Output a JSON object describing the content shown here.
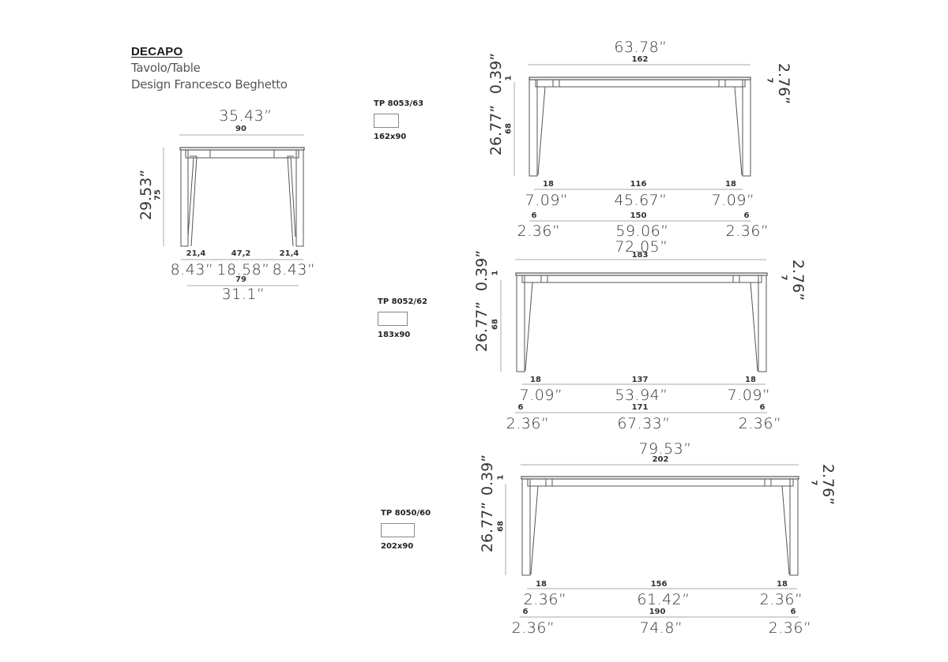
{
  "header": {
    "title": "DECAPO",
    "subtitle": "Tavolo/Table",
    "designer": "Design Francesco Beghetto"
  },
  "side_view": {
    "width_in": "35.43”",
    "width_cm": "90",
    "height_in": "29.53”",
    "height_cm": "75",
    "segments_cm": [
      "21,4",
      "47,2",
      "21,4"
    ],
    "segments_in": [
      "8.43”",
      "18.58”",
      "8.43”"
    ],
    "inner_cm": "79",
    "inner_in": "31.1”"
  },
  "models": [
    {
      "code": "TP 8053/63",
      "size": "162x90",
      "width_in": "63.78”",
      "width_cm": "162",
      "top_in": "0.39”",
      "top_cm": "1",
      "leg_in": "26.77”",
      "leg_cm": "68",
      "apron_in": "2.76”",
      "apron_cm": "7",
      "row1_cm": [
        "18",
        "116",
        "18"
      ],
      "row1_in": [
        "7.09”",
        "45.67”",
        "7.09”"
      ],
      "row2_cm": [
        "6",
        "150",
        "6"
      ],
      "row2_in": [
        "2.36”",
        "59.06”",
        "2.36”"
      ]
    },
    {
      "code": "TP 8052/62",
      "size": "183x90",
      "width_in": "72.05”",
      "width_cm": "183",
      "top_in": "0.39”",
      "top_cm": "1",
      "leg_in": "26.77”",
      "leg_cm": "68",
      "apron_in": "2.76”",
      "apron_cm": "7",
      "row1_cm": [
        "18",
        "137",
        "18"
      ],
      "row1_in": [
        "7.09”",
        "53.94”",
        "7.09”"
      ],
      "row2_cm": [
        "6",
        "171",
        "6"
      ],
      "row2_in": [
        "2.36”",
        "67.33”",
        "2.36”"
      ]
    },
    {
      "code": "TP 8050/60",
      "size": "202x90",
      "width_in": "79.53”",
      "width_cm": "202",
      "top_in": "0.39”",
      "top_cm": "1",
      "leg_in": "26.77”",
      "leg_cm": "68",
      "apron_in": "2.76”",
      "apron_cm": "7",
      "row1_cm": [
        "18",
        "156",
        "18"
      ],
      "row1_in": [
        "2.36”",
        "61.42”",
        "2.36”"
      ],
      "row2_cm": [
        "6",
        "190",
        "6"
      ],
      "row2_in": [
        "2.36”",
        "74.8”",
        "2.36”"
      ]
    }
  ]
}
